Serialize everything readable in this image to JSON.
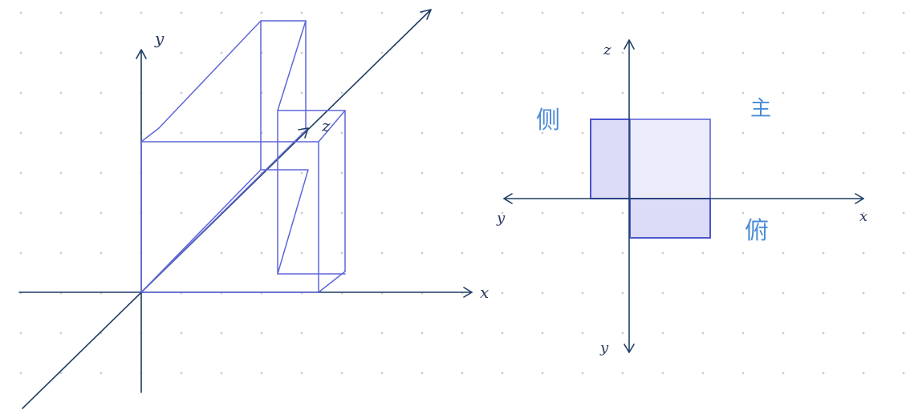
{
  "left_figure": {
    "labels": {
      "x": "x",
      "y": "y",
      "z": "z"
    }
  },
  "right_figure": {
    "labels": {
      "z_top": "z",
      "y_left": "y",
      "x_right": "x",
      "y_bottom": "y",
      "side_view": "侧",
      "front_view": "主",
      "top_view": "俯"
    },
    "colors": {
      "side_fill": "#dcdcf8",
      "front_fill": "#ececfb",
      "top_fill": "#dcdcf8"
    }
  },
  "colors": {
    "axis": "#1f3d66",
    "solid": "#5f67d8",
    "label_cn": "#4a8bd8",
    "grid_dot": "#c9cdd3"
  }
}
